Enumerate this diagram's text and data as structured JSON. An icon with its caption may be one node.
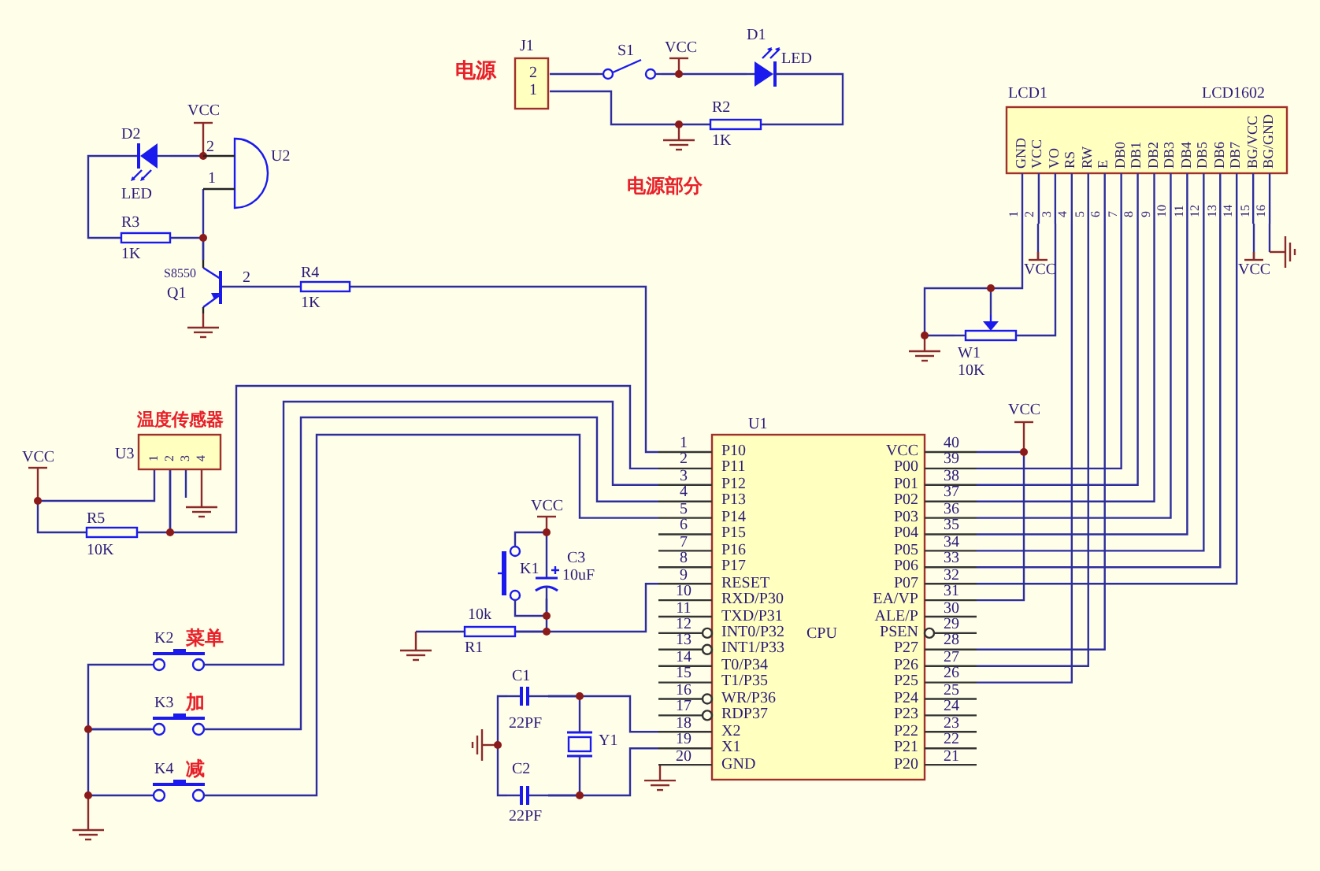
{
  "diagram": {
    "nodes": [
      {
        "text": [
          "J1",
          "2",
          "1"
        ],
        "beside": [
          "电源"
        ]
      },
      {
        "text": [
          "S1"
        ]
      },
      {
        "text": [
          "D1",
          "LED"
        ]
      },
      {
        "text": [
          "R2",
          "1K"
        ]
      },
      {
        "text": [
          "D2",
          "LED"
        ]
      },
      {
        "text": [
          "U2",
          "2",
          "1"
        ]
      },
      {
        "text": [
          "R3",
          "1K"
        ]
      },
      {
        "text": [
          "S8550",
          "Q1",
          "2"
        ]
      },
      {
        "text": [
          "R4",
          "1K"
        ]
      },
      {
        "text": [
          "LCD1",
          "LCD1602",
          "GND",
          "VCC",
          "VO",
          "RS",
          "RW",
          "E",
          "DB0",
          "DB1",
          "DB2",
          "DB3",
          "DB4",
          "DB5",
          "DB6",
          "DB7",
          "BG/VCC",
          "BG/GND",
          "1",
          "2",
          "3",
          "4",
          "5",
          "6",
          "7",
          "8",
          "9",
          "10",
          "11",
          "12",
          "13",
          "14",
          "15",
          "16"
        ]
      },
      {
        "text": [
          "W1",
          "10K"
        ]
      },
      {
        "text": [
          "温度传感器",
          "U3",
          "1",
          "2",
          "3",
          "4"
        ]
      },
      {
        "text": [
          "R5",
          "10K"
        ]
      },
      {
        "text": [
          "U1",
          "P10",
          "P11",
          "P12",
          "P13",
          "P14",
          "P15",
          "P16",
          "P17",
          "RESET",
          "RXD/P30",
          "TXD/P31",
          "INT0/P32",
          "INT1/P33",
          "T0/P34",
          "T1/P35",
          "WR/P36",
          "RDP37",
          "X2",
          "X1",
          "GND",
          "VCC",
          "P00",
          "P01",
          "P02",
          "P03",
          "P04",
          "P05",
          "P06",
          "P07",
          "EA/VP",
          "ALE/P",
          "PSEN",
          "P27",
          "P26",
          "P25",
          "P24",
          "P23",
          "P22",
          "P21",
          "P20",
          "CPU",
          "1",
          "2",
          "3",
          "4",
          "5",
          "6",
          "7",
          "8",
          "9",
          "10",
          "11",
          "12",
          "13",
          "14",
          "15",
          "16",
          "17",
          "18",
          "19",
          "20",
          "40",
          "39",
          "38",
          "37",
          "36",
          "35",
          "34",
          "33",
          "32",
          "31",
          "30",
          "29",
          "28",
          "27",
          "26",
          "25",
          "24",
          "23",
          "22",
          "21"
        ]
      },
      {
        "text": [
          "K1"
        ]
      },
      {
        "text": [
          "C3",
          "10uF"
        ]
      },
      {
        "text": [
          "10k",
          "R1"
        ]
      },
      {
        "text": [
          "C1",
          "22PF"
        ]
      },
      {
        "text": [
          "C2",
          "22PF"
        ]
      },
      {
        "text": [
          "Y1"
        ]
      },
      {
        "text": [
          "K2",
          "菜单"
        ]
      },
      {
        "text": [
          "K3",
          "加"
        ]
      },
      {
        "text": [
          "K4",
          "减"
        ]
      }
    ],
    "edges": [
      {
        "from": 0,
        "to": 1,
        "arrow": "none"
      },
      {
        "from": 1,
        "to": 2,
        "arrow": "none"
      },
      {
        "from": 2,
        "to": 3,
        "arrow": "none"
      },
      {
        "from": 3,
        "to": 0,
        "arrow": "none"
      },
      {
        "from": 4,
        "to": 5,
        "arrow": "none"
      },
      {
        "from": 4,
        "to": 6,
        "arrow": "none"
      },
      {
        "from": 6,
        "to": 7,
        "arrow": "none"
      },
      {
        "from": 5,
        "to": 7,
        "arrow": "none"
      },
      {
        "from": 7,
        "to": 8,
        "arrow": "none"
      },
      {
        "from": 8,
        "to": 13,
        "arrow": "none"
      },
      {
        "from": 11,
        "to": 13,
        "arrow": "none"
      },
      {
        "from": 12,
        "to": 11,
        "arrow": "none"
      },
      {
        "from": 11,
        "to": 12,
        "arrow": "none"
      },
      {
        "from": 20,
        "to": 13,
        "arrow": "none"
      },
      {
        "from": 21,
        "to": 13,
        "arrow": "none"
      },
      {
        "from": 22,
        "to": 13,
        "arrow": "none"
      },
      {
        "from": 20,
        "to": 21,
        "arrow": "none"
      },
      {
        "from": 21,
        "to": 22,
        "arrow": "none"
      },
      {
        "from": 14,
        "to": 15,
        "arrow": "none"
      },
      {
        "from": 14,
        "to": 15,
        "arrow": "none"
      },
      {
        "from": 15,
        "to": 16,
        "arrow": "none"
      },
      {
        "from": 16,
        "to": 13,
        "arrow": "none"
      },
      {
        "from": 17,
        "to": 19,
        "arrow": "none"
      },
      {
        "from": 18,
        "to": 19,
        "arrow": "none"
      },
      {
        "from": 17,
        "to": 18,
        "arrow": "none"
      },
      {
        "from": 17,
        "to": 13,
        "arrow": "none"
      },
      {
        "from": 18,
        "to": 13,
        "arrow": "none"
      },
      {
        "from": 10,
        "to": 9,
        "arrow": "none"
      },
      {
        "from": 10,
        "to": 9,
        "arrow": "none"
      },
      {
        "from": 13,
        "to": 9,
        "arrow": "none"
      },
      {
        "from": 13,
        "to": 9,
        "arrow": "none"
      },
      {
        "from": 13,
        "to": 9,
        "arrow": "none"
      },
      {
        "from": 13,
        "to": 9,
        "arrow": "none"
      },
      {
        "from": 13,
        "to": 9,
        "arrow": "none"
      },
      {
        "from": 13,
        "to": 9,
        "arrow": "none"
      },
      {
        "from": 13,
        "to": 9,
        "arrow": "none"
      },
      {
        "from": 13,
        "to": 9,
        "arrow": "none"
      },
      {
        "from": 13,
        "to": 9,
        "arrow": "none"
      },
      {
        "from": 13,
        "to": 9,
        "arrow": "none"
      },
      {
        "from": 13,
        "to": 9,
        "arrow": "none"
      }
    ],
    "labels": [
      "电源部分",
      "VCC",
      "VCC",
      "VCC",
      "VCC",
      "VCC",
      "VCC",
      "VCC"
    ]
  }
}
